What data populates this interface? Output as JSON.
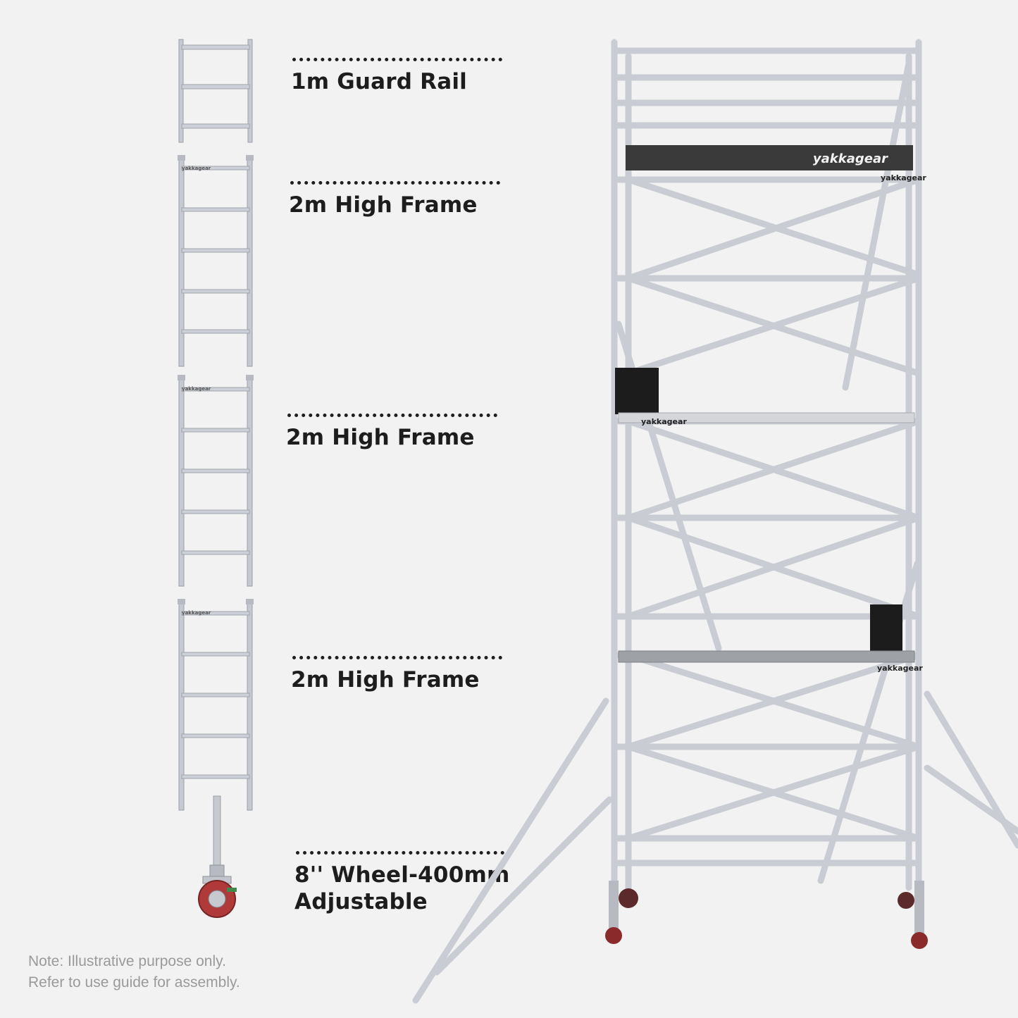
{
  "components": [
    {
      "label": "1m Guard Rail"
    },
    {
      "label": "2m High Frame"
    },
    {
      "label": "2m High Frame"
    },
    {
      "label": "2m High Frame"
    },
    {
      "label_line1": "8'' Wheel-400mm",
      "label_line2": "Adjustable"
    }
  ],
  "brand": "yakkagear",
  "note": {
    "line1": "Note: Illustrative purpose only.",
    "line2": "Refer to use guide for assembly."
  },
  "colors": {
    "background": "#f2f2f2",
    "aluminium": "#c9ccd2",
    "text": "#1d1d1d",
    "wheel": "#b03a3a",
    "deck": "#3a3a3a"
  }
}
